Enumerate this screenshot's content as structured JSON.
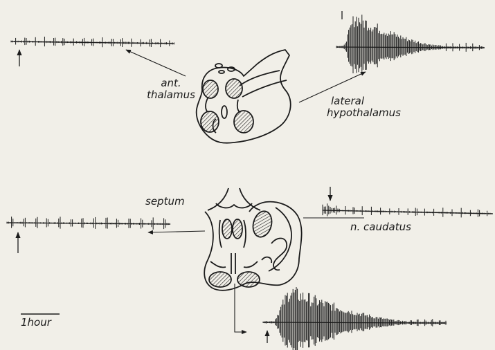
{
  "colors": {
    "ink": "#1b1b1b",
    "paper": "#f1efe8"
  },
  "labels": {
    "ant_thalamus": [
      "ant.",
      "thalamus"
    ],
    "lateral_hypothalamus": [
      "lateral",
      "hypothalamus"
    ],
    "septum": "septum",
    "n_caudatus": "n. caudatus",
    "scale": "1hour"
  }
}
